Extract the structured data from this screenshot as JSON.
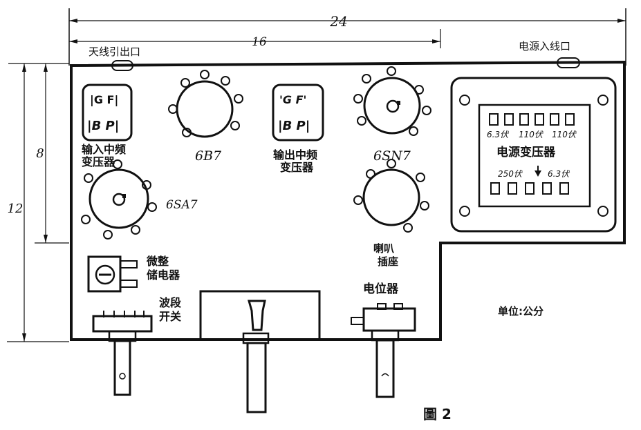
{
  "dimensions": {
    "total_width": "24",
    "partial_width": "16",
    "total_height": "12",
    "partial_height": "8"
  },
  "labels": {
    "antenna_outlet": "天线引出口",
    "power_inlet": "电源入线口",
    "input_if_transformer": [
      "输入中频",
      "变压器"
    ],
    "output_if_transformer": [
      "输出中频",
      "变压器"
    ],
    "transformer_pins_top": [
      "|G F|",
      "|B P|"
    ],
    "transformer_pins_top2": [
      "'G F'",
      "|B P|"
    ],
    "tube_6b7": "6B7",
    "tube_6sn7": "6SN7",
    "tube_6sa7": "6SA7",
    "speaker_socket": [
      "喇叭",
      "插座"
    ],
    "trimmer_capacitor": [
      "微整",
      "储电器"
    ],
    "band_switch": [
      "波段",
      "开关"
    ],
    "potentiometer": "电位器",
    "power_transformer": "电源变压器",
    "pt_top_values": [
      "6.3伏",
      "110伏",
      "110伏"
    ],
    "pt_bottom_values": [
      "250伏",
      "6.3伏"
    ],
    "unit_note": "单位:公分",
    "figure_caption": "圖 2"
  }
}
